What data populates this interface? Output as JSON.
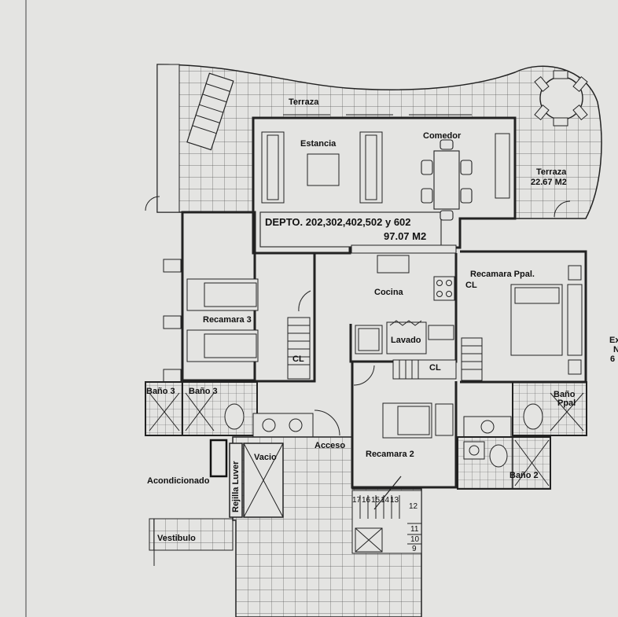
{
  "plan": {
    "title": "DEPTO. 202,302,402,502 y 602",
    "area": "97.07 M2",
    "colors": {
      "paper": "#e4e4e2",
      "line": "#222222",
      "wall": "#333333"
    },
    "rooms": {
      "terraza_top": "Terraza",
      "estancia": "Estancia",
      "comedor": "Comedor",
      "terraza_right": "Terraza",
      "terraza_right_area": "22.67 M2",
      "recamara_3": "Recamara 3",
      "cl_left": "CL",
      "cocina": "Cocina",
      "lavado": "Lavado",
      "cl_center": "CL",
      "recamara_ppal": "Recamara Ppal.",
      "cl_right": "CL",
      "bano_3a": "Baño 3",
      "bano_3b": "Baño 3",
      "bano_ppal": "Baño",
      "bano_ppal_2": "Ppal",
      "acondicionado": "Acondicionado",
      "rejilla": "Rejilla Luver",
      "vacio": "Vacio",
      "acceso": "Acceso",
      "recamara_2": "Recamara 2",
      "bano_2": "Baño 2",
      "vestibulo": "Vestibulo"
    },
    "edge_text": [
      "Ex",
      "N",
      "6"
    ],
    "stairs": [
      "17",
      "16",
      "15",
      "14",
      "13",
      "12",
      "11",
      "10",
      "9"
    ]
  }
}
